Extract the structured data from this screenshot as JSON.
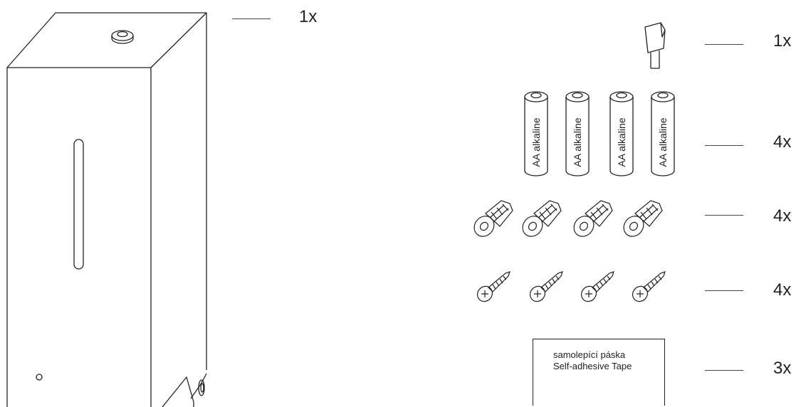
{
  "items": [
    {
      "name": "dispenser",
      "icon": "soap-dispenser-icon",
      "quantity": "1x"
    },
    {
      "name": "key",
      "icon": "key-icon",
      "quantity": "1x"
    },
    {
      "name": "batteries",
      "icon": "battery-icon",
      "quantity": "4x",
      "battery_label": "AA alkaline"
    },
    {
      "name": "wall-plugs",
      "icon": "wall-plug-icon",
      "quantity": "4x"
    },
    {
      "name": "screws",
      "icon": "screw-icon",
      "quantity": "4x"
    },
    {
      "name": "tape",
      "icon": "tape-icon",
      "quantity": "3x",
      "label_cs": "samolepící páska",
      "label_en": "Self-adhesive Tape"
    }
  ],
  "colors": {
    "stroke": "#222222",
    "background": "#ffffff"
  }
}
